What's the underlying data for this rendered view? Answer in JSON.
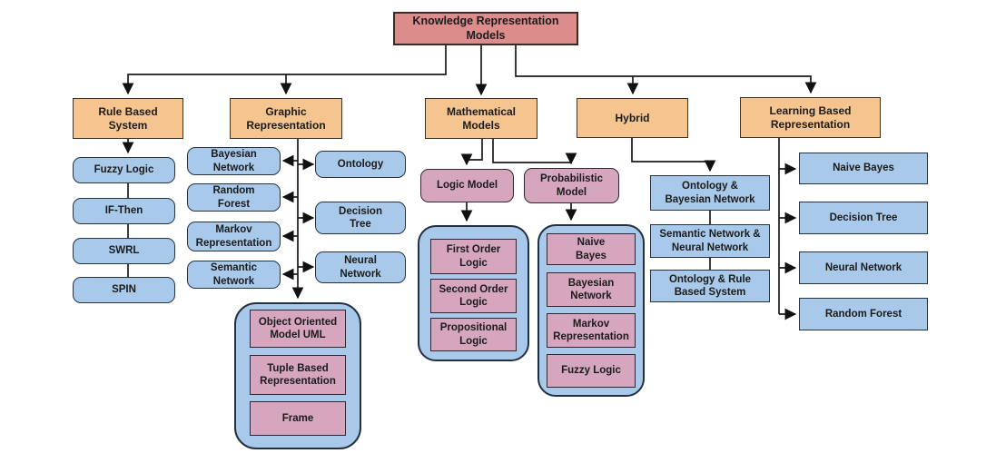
{
  "palette": {
    "root_fill": "#DD8C8C",
    "category_fill": "#F5C48F",
    "blue_node_fill": "#A9C9EA",
    "pink_node_fill": "#D5A6BD",
    "line_color": "#1A1A1A",
    "background": "#FFFFFF"
  },
  "nodes": {
    "root": "Knowledge Representation\nModels",
    "rule_based": {
      "label": "Rule Based\nSystem",
      "children": [
        "Fuzzy Logic",
        "IF-Then",
        "SWRL",
        "SPIN"
      ]
    },
    "graphic": {
      "label": "Graphic\nRepresentation",
      "left_children": [
        "Bayesian\nNetwork",
        "Random\nForest",
        "Markov\nRepresentation",
        "Semantic\nNetwork"
      ],
      "right_children": [
        "Ontology",
        "Decision\nTree",
        "Neural\nNetwork"
      ],
      "group_children": [
        "Object Oriented\nModel UML",
        "Tuple Based\nRepresentation",
        "Frame"
      ]
    },
    "mathematical": {
      "label": "Mathematical\nModels",
      "logic_model": {
        "label": "Logic Model",
        "children": [
          "First Order\nLogic",
          "Second Order\nLogic",
          "Propositional\nLogic"
        ]
      },
      "probabilistic_model": {
        "label": "Probabilistic\nModel",
        "children": [
          "Naive\nBayes",
          "Bayesian\nNetwork",
          "Markov\nRepresentation",
          "Fuzzy Logic"
        ]
      }
    },
    "hybrid": {
      "label": "Hybrid",
      "children": [
        "Ontology &\nBayesian Network",
        "Semantic Network &\nNeural Network",
        "Ontology & Rule\nBased System"
      ]
    },
    "learning": {
      "label": "Learning Based\nRepresentation",
      "children": [
        "Naive Bayes",
        "Decision Tree",
        "Neural Network",
        "Random Forest"
      ]
    }
  }
}
